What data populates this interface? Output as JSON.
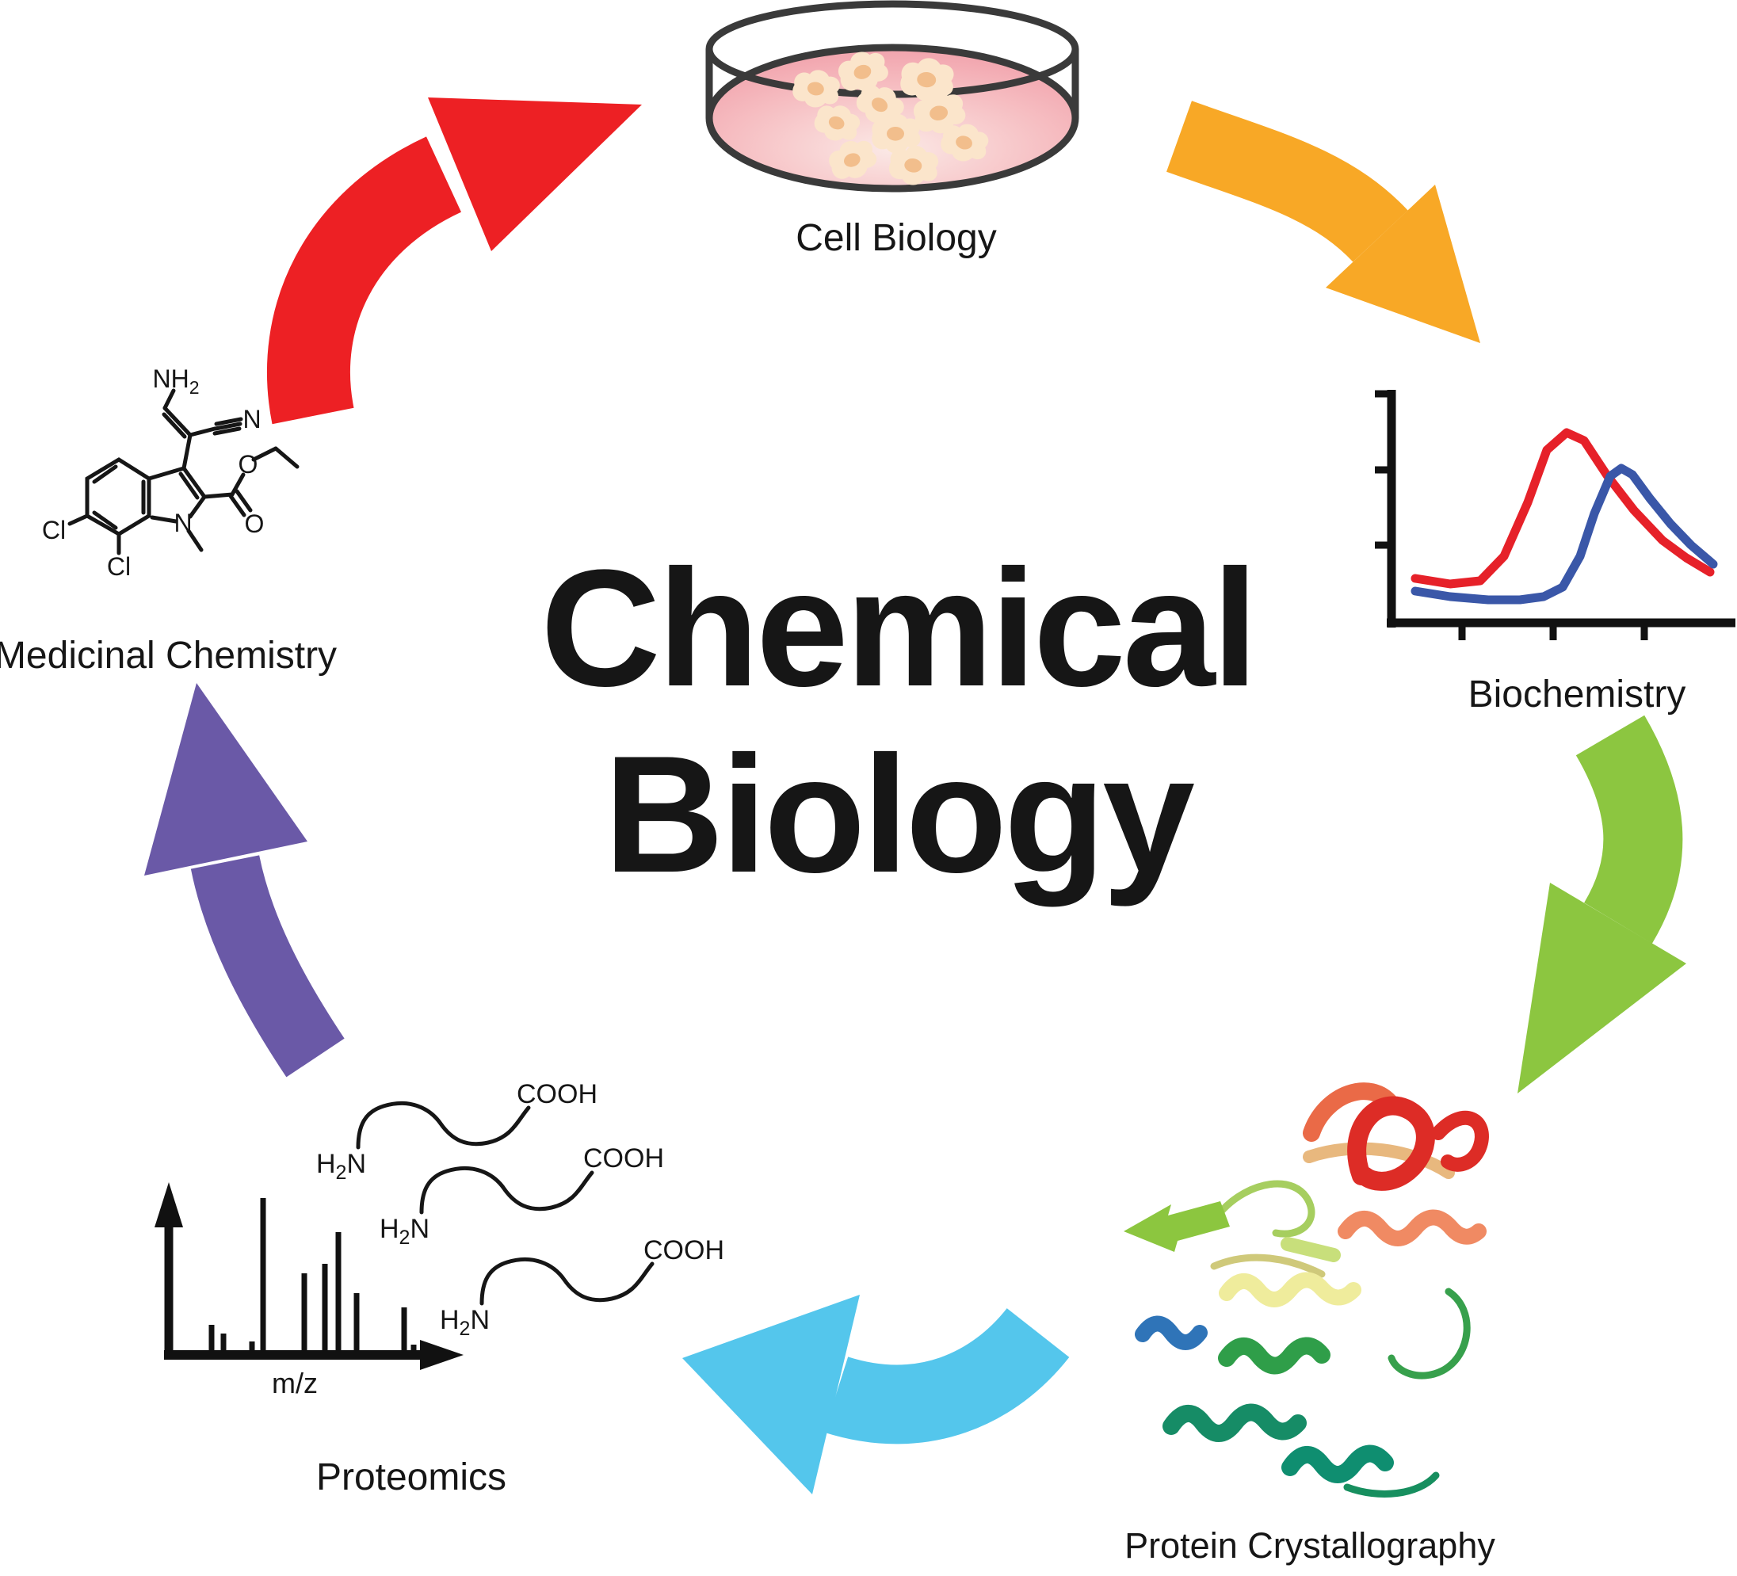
{
  "title": {
    "line1": "Chemical",
    "line2": "Biology",
    "color": "#0d0d0d"
  },
  "labels": {
    "cell_biology": "Cell Biology",
    "biochemistry": "Biochemistry",
    "protein_crystallography": "Protein Crystallography",
    "proteomics": "Proteomics",
    "medicinal_chemistry": "Medicinal Chemistry",
    "mz_axis": "m/z"
  },
  "arrows": {
    "red": {
      "connects": "Medicinal Chemistry to Cell Biology",
      "color": "#ED2024"
    },
    "orange": {
      "connects": "Cell Biology to Biochemistry",
      "color": "#F8A826"
    },
    "green": {
      "connects": "Biochemistry to Protein Crystallography",
      "color": "#8CC640"
    },
    "blue": {
      "connects": "Protein Crystallography to Proteomics",
      "color": "#54C6EC"
    },
    "purple": {
      "connects": "Proteomics to Medicinal Chemistry",
      "color": "#6A59A7"
    }
  },
  "petri_dish": {
    "outline_color": "#3a3a3a",
    "media_center_color": "#FBE9E6",
    "media_mid_color": "#F6BEC2",
    "media_edge_color": "#F09BA6",
    "cell_body_color": "#FBE5CB",
    "cell_nucleus_color": "#F2BE8C"
  },
  "chemical_structure": {
    "atoms": {
      "amine": "NH",
      "amine_sub": "2",
      "nitrile_n": "N",
      "ring_n": "N",
      "ether_o": "O",
      "carbonyl_o": "O",
      "cl_left": "Cl",
      "cl_bottom": "Cl"
    }
  },
  "peptides": {
    "count": 3,
    "n_terminus": {
      "h": "H",
      "sub": "2",
      "n": "N"
    },
    "c_terminus": "COOH"
  },
  "chart_data": [
    {
      "type": "line",
      "title": "Biochemistry curves (unlabeled axes)",
      "xlabel": "",
      "ylabel": "",
      "grid": false,
      "tick_labels": false,
      "series": [
        {
          "name": "red-curve",
          "color": "#E62129",
          "points": [
            [
              1786,
              730
            ],
            [
              1830,
              737
            ],
            [
              1868,
              733
            ],
            [
              1898,
              702
            ],
            [
              1928,
              634
            ],
            [
              1952,
              568
            ],
            [
              1977,
              546
            ],
            [
              1999,
              556
            ],
            [
              2028,
              600
            ],
            [
              2062,
              644
            ],
            [
              2098,
              682
            ],
            [
              2128,
              704
            ],
            [
              2158,
              722
            ]
          ]
        },
        {
          "name": "blue-curve",
          "color": "#3A57A8",
          "points": [
            [
              1786,
              746
            ],
            [
              1830,
              753
            ],
            [
              1878,
              757
            ],
            [
              1918,
              757
            ],
            [
              1948,
              753
            ],
            [
              1972,
              741
            ],
            [
              1994,
              702
            ],
            [
              2012,
              648
            ],
            [
              2032,
              601
            ],
            [
              2046,
              591
            ],
            [
              2060,
              599
            ],
            [
              2082,
              629
            ],
            [
              2108,
              661
            ],
            [
              2134,
              688
            ],
            [
              2162,
              712
            ]
          ]
        }
      ]
    },
    {
      "type": "bar",
      "title": "Mass spectrum",
      "xlabel": "m/z",
      "ylabel": "",
      "baseline_y": 1710,
      "peaks": [
        {
          "x": 267,
          "h": 38
        },
        {
          "x": 282,
          "h": 27
        },
        {
          "x": 318,
          "h": 17
        },
        {
          "x": 332,
          "h": 198
        },
        {
          "x": 384,
          "h": 103
        },
        {
          "x": 410,
          "h": 115
        },
        {
          "x": 427,
          "h": 155
        },
        {
          "x": 450,
          "h": 78
        },
        {
          "x": 510,
          "h": 60
        },
        {
          "x": 522,
          "h": 13
        }
      ]
    }
  ]
}
